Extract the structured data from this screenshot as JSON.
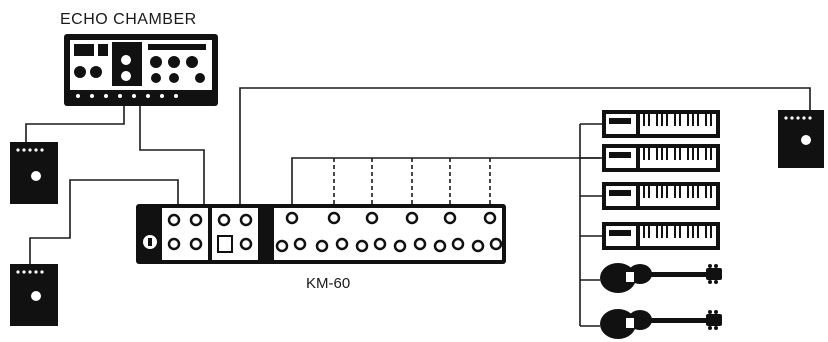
{
  "labels": {
    "echo_chamber": "ECHO CHAMBER",
    "mixer": "KM-60"
  },
  "diagram": {
    "speakers": 3,
    "keyboards": 4,
    "guitars": 2,
    "mixer_channels": 6
  }
}
